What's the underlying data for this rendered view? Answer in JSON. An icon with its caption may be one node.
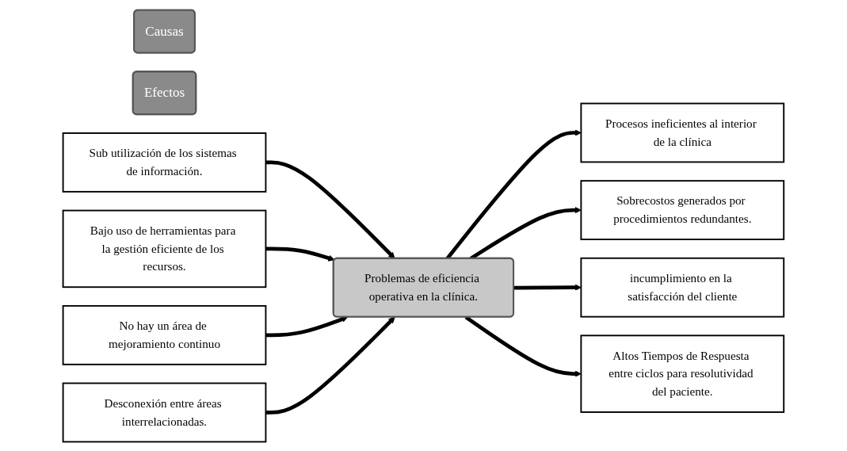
{
  "diagram": {
    "nodes": [
      {
        "text": [
          "Causas"
        ]
      },
      {
        "text": [
          "Efectos"
        ]
      },
      {
        "text": [
          "Sub utilización de los sistemas de información."
        ]
      },
      {
        "text": [
          "Bajo uso de herramientas para la gestión eficiente de los recursos."
        ]
      },
      {
        "text": [
          "No hay un área de mejoramiento continuo"
        ]
      },
      {
        "text": [
          "Desconexión entre áreas interrelacionadas."
        ]
      },
      {
        "text": [
          "Problemas de eficiencia operativa en la clínica."
        ]
      },
      {
        "text": [
          "Procesos ineficientes al interior de la clínica"
        ]
      },
      {
        "text": [
          "Sobrecostos generados por procedimientos redundantes."
        ]
      },
      {
        "text": [
          "incumplimiento en la satisfacción del cliente"
        ]
      },
      {
        "text": [
          "Altos Tiempos de Respuesta entre ciclos para resolutividad del paciente."
        ]
      }
    ],
    "edges": [
      {
        "from": 2,
        "to": 6,
        "arrow": "to"
      },
      {
        "from": 3,
        "to": 6,
        "arrow": "to"
      },
      {
        "from": 4,
        "to": 6,
        "arrow": "to"
      },
      {
        "from": 5,
        "to": 6,
        "arrow": "to"
      },
      {
        "from": 6,
        "to": 7,
        "arrow": "to"
      },
      {
        "from": 6,
        "to": 8,
        "arrow": "to"
      },
      {
        "from": 6,
        "to": 9,
        "arrow": "to"
      },
      {
        "from": 6,
        "to": 10,
        "arrow": "to"
      }
    ]
  }
}
